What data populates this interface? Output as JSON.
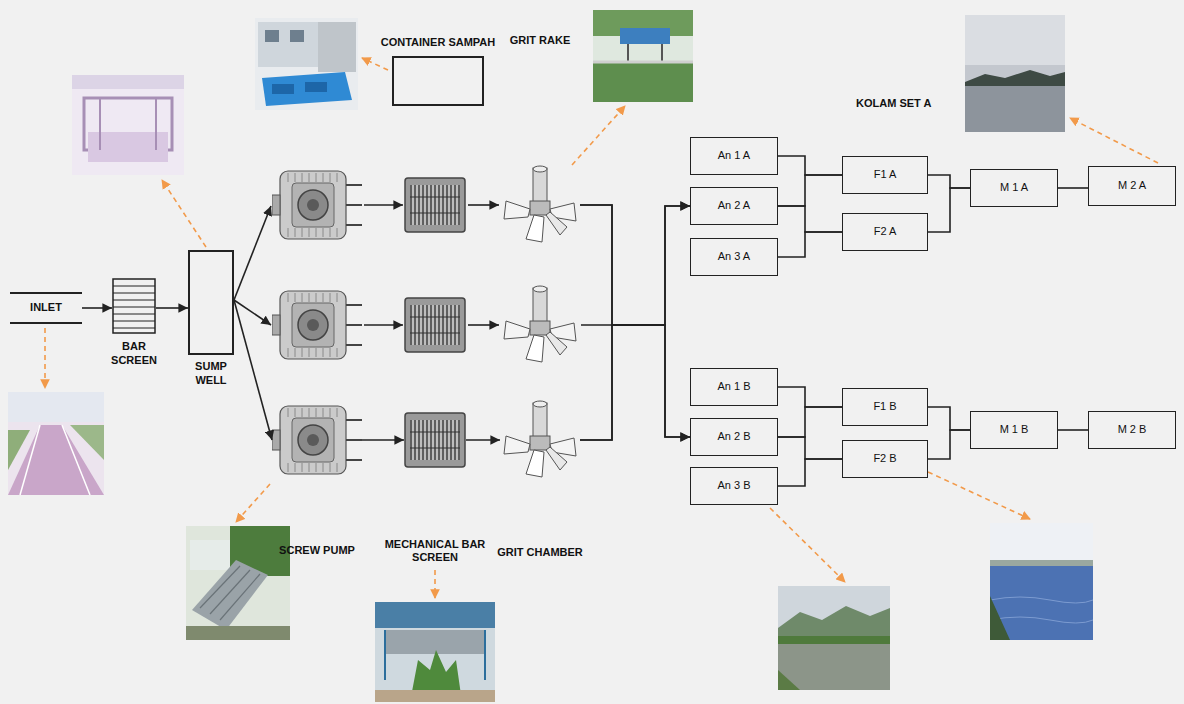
{
  "diagram": {
    "nodes": [
      {
        "text": [
          "INLET"
        ]
      },
      {
        "text": [
          "BAR SCREEN"
        ]
      },
      {
        "text": [
          "SUMP WELL"
        ]
      },
      {
        "text": [
          "SCREW PUMP"
        ]
      },
      {
        "text": [
          "MECHANICAL BAR SCREEN"
        ]
      },
      {
        "text": [
          "CONTAINER SAMPAH"
        ]
      },
      {
        "text": [
          "GRIT RAKE"
        ]
      },
      {
        "text": [
          "GRIT CHAMBER"
        ]
      },
      {
        "text": [
          "An 1 A"
        ]
      },
      {
        "text": [
          "An 2 A"
        ]
      },
      {
        "text": [
          "An 3 A"
        ]
      },
      {
        "text": [
          "F1 A"
        ]
      },
      {
        "text": [
          "F2 A"
        ]
      },
      {
        "text": [
          "M 1 A"
        ]
      },
      {
        "text": [
          "M 2 A"
        ]
      },
      {
        "text": [
          "An 1 B"
        ]
      },
      {
        "text": [
          "An 2 B"
        ]
      },
      {
        "text": [
          "An 3 B"
        ]
      },
      {
        "text": [
          "F1 B"
        ]
      },
      {
        "text": [
          "F2 B"
        ]
      },
      {
        "text": [
          "M 1 B"
        ]
      },
      {
        "text": [
          "M 2 B"
        ]
      }
    ],
    "edges": [
      {
        "from": 0,
        "to": 1,
        "arrow": "to"
      },
      {
        "from": 1,
        "to": 2,
        "arrow": "to"
      },
      {
        "from": 2,
        "to": 3,
        "arrow": "to"
      },
      {
        "from": 3,
        "to": 4,
        "arrow": "to"
      },
      {
        "from": 4,
        "to": 7,
        "arrow": "to"
      },
      {
        "from": 6,
        "to": 9,
        "arrow": "to"
      },
      {
        "from": 6,
        "to": 16,
        "arrow": "to"
      },
      {
        "from": 7,
        "to": 9,
        "arrow": "to"
      },
      {
        "from": 7,
        "to": 16,
        "arrow": "to"
      },
      {
        "from": 8,
        "to": 11,
        "arrow": "none"
      },
      {
        "from": 9,
        "to": 11,
        "arrow": "none"
      },
      {
        "from": 9,
        "to": 12,
        "arrow": "none"
      },
      {
        "from": 10,
        "to": 12,
        "arrow": "none"
      },
      {
        "from": 11,
        "to": 13,
        "arrow": "none"
      },
      {
        "from": 12,
        "to": 13,
        "arrow": "none"
      },
      {
        "from": 13,
        "to": 14,
        "arrow": "none"
      },
      {
        "from": 15,
        "to": 18,
        "arrow": "none"
      },
      {
        "from": 16,
        "to": 18,
        "arrow": "none"
      },
      {
        "from": 16,
        "to": 19,
        "arrow": "none"
      },
      {
        "from": 17,
        "to": 19,
        "arrow": "none"
      },
      {
        "from": 18,
        "to": 20,
        "arrow": "none"
      },
      {
        "from": 19,
        "to": 20,
        "arrow": "none"
      },
      {
        "from": 20,
        "to": 21,
        "arrow": "none"
      }
    ],
    "labels": [
      "KOLAM SET A"
    ]
  }
}
